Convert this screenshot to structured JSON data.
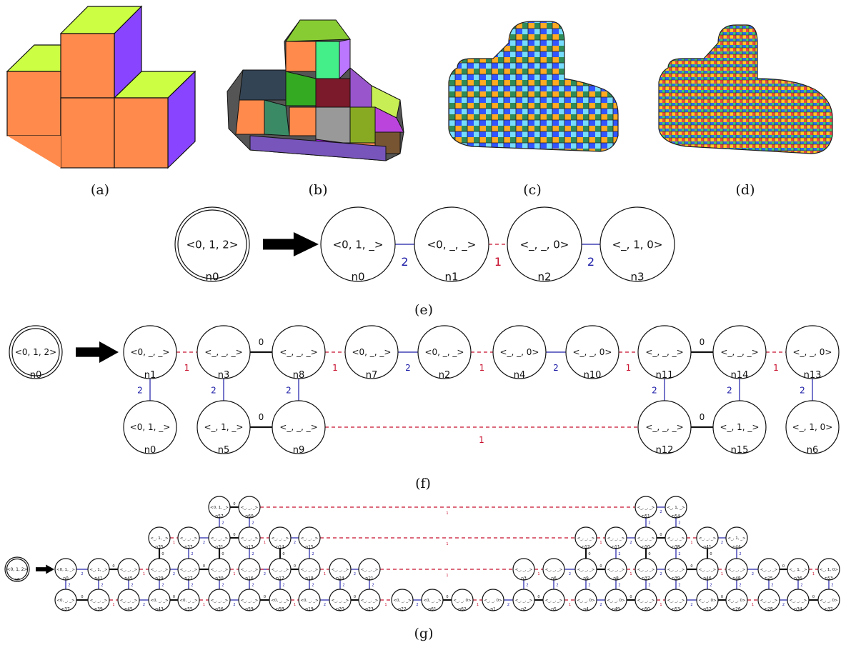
{
  "captions": {
    "a": "(a)",
    "b": "(b)",
    "c": "(c)",
    "d": "(d)",
    "e": "(e)",
    "f": "(f)",
    "g": "(g)"
  },
  "colors": {
    "edge_0": "#111111",
    "edge_1": "#c8102e",
    "edge_2": "#1a1aa6",
    "block_front": "#ff8a4c",
    "block_top": "#ccff44",
    "block_side": "#8844ff"
  },
  "panel_e": {
    "root": {
      "id": "n0",
      "label": "<0, 1, 2>"
    },
    "nodes": [
      {
        "id": "n0",
        "label": "<0, 1, _>"
      },
      {
        "id": "n1",
        "label": "<0, _, _>"
      },
      {
        "id": "n2",
        "label": "<_, _, 0>"
      },
      {
        "id": "n3",
        "label": "<_, 1, 0>"
      }
    ],
    "edges": [
      {
        "from": "n0",
        "to": "n1",
        "label": "2",
        "kind": 2
      },
      {
        "from": "n1",
        "to": "n2",
        "label": "1",
        "kind": 1
      },
      {
        "from": "n2",
        "to": "n3",
        "label": "2",
        "kind": 2
      }
    ]
  },
  "panel_f": {
    "root": {
      "id": "n0",
      "label": "<0, 1, 2>"
    },
    "top_row": [
      {
        "id": "n1",
        "label": "<0, _, _>"
      },
      {
        "id": "n3",
        "label": "<_, _, _>"
      },
      {
        "id": "n8",
        "label": "<_, _, _>"
      },
      {
        "id": "n7",
        "label": "<0, _, _>"
      },
      {
        "id": "n2",
        "label": "<0, _, _>"
      },
      {
        "id": "n4",
        "label": "<_, _, 0>"
      },
      {
        "id": "n10",
        "label": "<_, _, 0>"
      },
      {
        "id": "n11",
        "label": "<_, _, _>"
      },
      {
        "id": "n14",
        "label": "<_, _, _>"
      },
      {
        "id": "n13",
        "label": "<_, _, 0>"
      }
    ],
    "bottom_row": [
      {
        "id": "n0",
        "label": "<0, 1, _>"
      },
      {
        "id": "n5",
        "label": "<_, 1, _>"
      },
      {
        "id": "n9",
        "label": "<_, _, _>"
      },
      {
        "id": "n12",
        "label": "<_, _, _>"
      },
      {
        "id": "n15",
        "label": "<_, 1, _>"
      },
      {
        "id": "n6",
        "label": "<_, 1, 0>"
      }
    ],
    "edges": [
      {
        "from": "n1",
        "to": "n3",
        "label": "1",
        "kind": 1
      },
      {
        "from": "n3",
        "to": "n8",
        "label": "0",
        "kind": 0
      },
      {
        "from": "n8",
        "to": "n7",
        "label": "1",
        "kind": 1
      },
      {
        "from": "n7",
        "to": "n2",
        "label": "2",
        "kind": 2
      },
      {
        "from": "n2",
        "to": "n4",
        "label": "1",
        "kind": 1
      },
      {
        "from": "n4",
        "to": "n10",
        "label": "2",
        "kind": 2
      },
      {
        "from": "n10",
        "to": "n11",
        "label": "1",
        "kind": 1
      },
      {
        "from": "n11",
        "to": "n14",
        "label": "0",
        "kind": 0
      },
      {
        "from": "n14",
        "to": "n13",
        "label": "1",
        "kind": 1
      },
      {
        "from": "n1",
        "to": "n0",
        "label": "2",
        "kind": 2
      },
      {
        "from": "n3",
        "to": "n5",
        "label": "2",
        "kind": 2
      },
      {
        "from": "n8",
        "to": "n9",
        "label": "2",
        "kind": 2
      },
      {
        "from": "n11",
        "to": "n12",
        "label": "2",
        "kind": 2
      },
      {
        "from": "n14",
        "to": "n15",
        "label": "2",
        "kind": 2
      },
      {
        "from": "n13",
        "to": "n6",
        "label": "2",
        "kind": 2
      },
      {
        "from": "n5",
        "to": "n9",
        "label": "0",
        "kind": 0
      },
      {
        "from": "n9",
        "to": "n12",
        "label": "1",
        "kind": 1
      },
      {
        "from": "n12",
        "to": "n15",
        "label": "0",
        "kind": 0
      }
    ]
  },
  "panel_g": {
    "root": {
      "id": "n0",
      "label": "<0, 1, 2>"
    },
    "row1": [
      {
        "id": "n57",
        "label": "<0, 1, _>"
      },
      {
        "id": "n60",
        "label": "<_, _, _>"
      },
      {
        "id": "n51",
        "label": "<_, _, _>"
      },
      {
        "id": "n54",
        "label": "<_, 1, _>"
      }
    ],
    "row2": [
      {
        "id": "n35",
        "label": "<_, 1, _>"
      },
      {
        "id": "n33",
        "label": "<_, _, _>"
      },
      {
        "id": "n31",
        "label": "<_, _, _>"
      },
      {
        "id": "n13",
        "label": "<_, _, _>"
      },
      {
        "id": "n14",
        "label": "<_, _, _>"
      },
      {
        "id": "n15",
        "label": "<_, _, _>"
      },
      {
        "id": "n12",
        "label": "<_, _, _>"
      },
      {
        "id": "n11",
        "label": "<_, _, _>"
      },
      {
        "id": "n10",
        "label": "<_, _, _>"
      },
      {
        "id": "n38",
        "label": "<_, _, _>"
      },
      {
        "id": "n41",
        "label": "<_, _, _>"
      },
      {
        "id": "n44",
        "label": "<_, 1, _>"
      }
    ],
    "row3": [
      {
        "id": "n0",
        "label": "<0, 1, _>"
      },
      {
        "id": "n41",
        "label": "<_, 1, _>"
      },
      {
        "id": "n45",
        "label": "<_, _, _>"
      },
      {
        "id": "n29",
        "label": "<_, _, _>"
      },
      {
        "id": "n27",
        "label": "<_, _, _>"
      },
      {
        "id": "n30",
        "label": "<_, _, _>"
      },
      {
        "id": "n16",
        "label": "<_, _, _>"
      },
      {
        "id": "n17",
        "label": "<_, _, _>"
      },
      {
        "id": "n18",
        "label": "<_, _, _>"
      },
      {
        "id": "n24",
        "label": "<_, _, _>"
      },
      {
        "id": "n21",
        "label": "<_, _, _>"
      },
      {
        "id": "n3",
        "label": "<_, _, _>"
      },
      {
        "id": "n6",
        "label": "<_, _, _>"
      },
      {
        "id": "n9",
        "label": "<_, _, _>"
      },
      {
        "id": "n8",
        "label": "<_, _, _>"
      },
      {
        "id": "n37",
        "label": "<_, _, _>"
      },
      {
        "id": "n39",
        "label": "<_, _, _>"
      },
      {
        "id": "n46",
        "label": "<_, _, _>"
      },
      {
        "id": "n48",
        "label": "<_, _, _>"
      },
      {
        "id": "n25",
        "label": "<_, _, _>"
      },
      {
        "id": "n36",
        "label": "<_, 1, _>"
      },
      {
        "id": "n53",
        "label": "<_, 1, 0>"
      }
    ],
    "row4": [
      {
        "id": "n37",
        "label": "<0, _, _>"
      },
      {
        "id": "n39",
        "label": "<_, _, _>"
      },
      {
        "id": "n45",
        "label": "<_, _, _>"
      },
      {
        "id": "n43",
        "label": "<0, _, _>"
      },
      {
        "id": "n55",
        "label": "<0, _, _>"
      },
      {
        "id": "n56",
        "label": "<_, _, _>"
      },
      {
        "id": "n59",
        "label": "<_, _, _>"
      },
      {
        "id": "n58",
        "label": "<0, _, _>"
      },
      {
        "id": "n19",
        "label": "<0, _, _>"
      },
      {
        "id": "n20",
        "label": "<_, _, _>"
      },
      {
        "id": "n23",
        "label": "<_, _, _>"
      },
      {
        "id": "n22",
        "label": "<0, _, _>"
      },
      {
        "id": "n61",
        "label": "<0, _, _>"
      },
      {
        "id": "n62",
        "label": "<_, _, 0>"
      },
      {
        "id": "n1",
        "label": "<_, _, 0>"
      },
      {
        "id": "n2",
        "label": "<_, _, _>"
      },
      {
        "id": "n5",
        "label": "<_, _, _>"
      },
      {
        "id": "n4",
        "label": "<_, _, 0>"
      },
      {
        "id": "n49",
        "label": "<_, _, 0>"
      },
      {
        "id": "n50",
        "label": "<_, _, _>"
      },
      {
        "id": "n53",
        "label": "<_, _, _>"
      },
      {
        "id": "n52",
        "label": "<_, _, 0>"
      },
      {
        "id": "n26",
        "label": "<_, _, 0>"
      },
      {
        "id": "n28",
        "label": "<_, _, _>"
      },
      {
        "id": "n34",
        "label": "<_, _, _>"
      },
      {
        "id": "n32",
        "label": "<_, _, 0>"
      }
    ],
    "long_edge_label": "1"
  }
}
